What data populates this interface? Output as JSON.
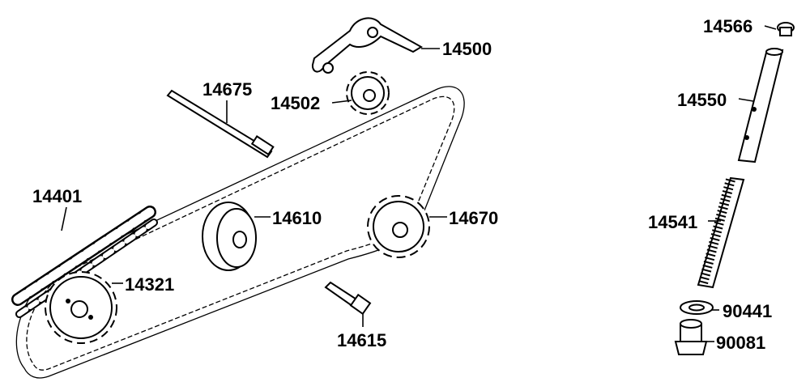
{
  "diagram": {
    "parts": [
      {
        "id": "p14500",
        "number": "14500"
      },
      {
        "id": "p14502",
        "number": "14502"
      },
      {
        "id": "p14675",
        "number": "14675"
      },
      {
        "id": "p14401",
        "number": "14401"
      },
      {
        "id": "p14610",
        "number": "14610"
      },
      {
        "id": "p14670",
        "number": "14670"
      },
      {
        "id": "p14321",
        "number": "14321"
      },
      {
        "id": "p14615",
        "number": "14615"
      },
      {
        "id": "p14566",
        "number": "14566"
      },
      {
        "id": "p14550",
        "number": "14550"
      },
      {
        "id": "p14541",
        "number": "14541"
      },
      {
        "id": "p90441",
        "number": "90441"
      },
      {
        "id": "p90081",
        "number": "90081"
      }
    ]
  }
}
